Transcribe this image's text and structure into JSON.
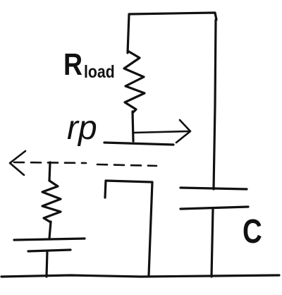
{
  "labels": {
    "rload_main": "R",
    "rload_sub": "load",
    "rp": "rp",
    "c": "C"
  }
}
